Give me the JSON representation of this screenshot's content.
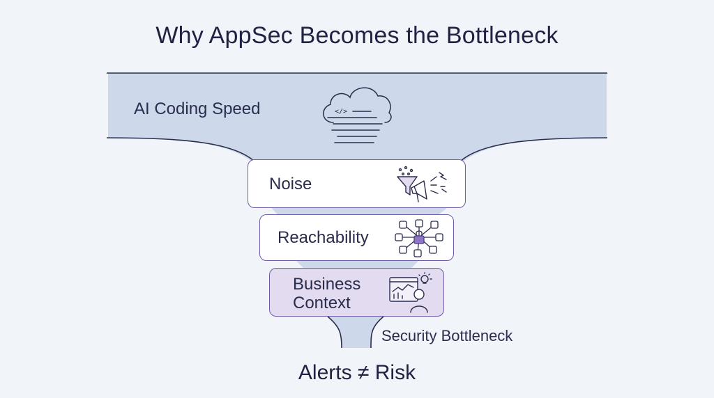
{
  "title": "Why AppSec Becomes the Bottleneck",
  "top_section": {
    "label": "AI Coding Speed",
    "icon": "cloud-code-icon"
  },
  "stages": [
    {
      "label": "Noise",
      "icon": "funnel-megaphone-icon"
    },
    {
      "label": "Reachability",
      "icon": "network-lock-icon"
    },
    {
      "label": "Business Context",
      "label_line1": "Business",
      "label_line2": "Context",
      "icon": "analyst-dashboard-icon"
    }
  ],
  "bottleneck_label": "Security Bottleneck",
  "footer": "Alerts ≠ Risk",
  "colors": {
    "background": "#f1f4f8",
    "funnel_fill": "#cdd8ea",
    "outline": "#2a2c4c",
    "accent_purple": "#6f5aa8",
    "highlight_fill": "#e3dcf1"
  }
}
